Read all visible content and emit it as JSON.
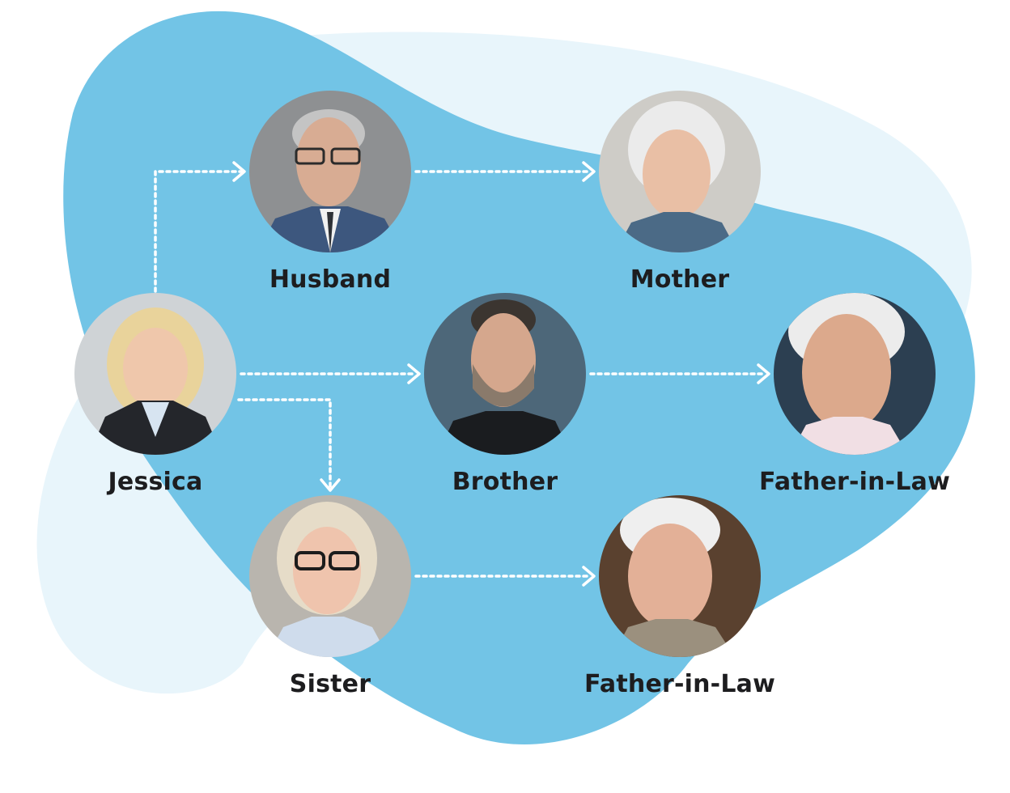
{
  "diagram": {
    "colors": {
      "blob_dark": "#72c4e6",
      "blob_light": "#e8f5fb",
      "arrow": "#ffffff",
      "label": "#1d1d1f"
    },
    "nodes": [
      {
        "id": "jessica",
        "label": "Jessica",
        "photo": "woman-with-blonde-bob-portrait"
      },
      {
        "id": "husband",
        "label": "Husband",
        "photo": "man-with-glasses-and-tie-portrait"
      },
      {
        "id": "mother",
        "label": "Mother",
        "photo": "elderly-woman-white-hair-portrait"
      },
      {
        "id": "brother",
        "label": "Brother",
        "photo": "man-with-stubble-portrait"
      },
      {
        "id": "father1",
        "label": "Father-in-Law",
        "photo": "elderly-man-white-hair-portrait"
      },
      {
        "id": "sister",
        "label": "Sister",
        "photo": "woman-with-glasses-smiling-portrait"
      },
      {
        "id": "father2",
        "label": "Father-in-Law",
        "photo": "elderly-man-smiling-portrait"
      }
    ],
    "edges": [
      {
        "from": "jessica",
        "to": "husband"
      },
      {
        "from": "husband",
        "to": "mother"
      },
      {
        "from": "jessica",
        "to": "brother"
      },
      {
        "from": "brother",
        "to": "father1"
      },
      {
        "from": "jessica",
        "to": "sister"
      },
      {
        "from": "sister",
        "to": "father2"
      }
    ]
  }
}
